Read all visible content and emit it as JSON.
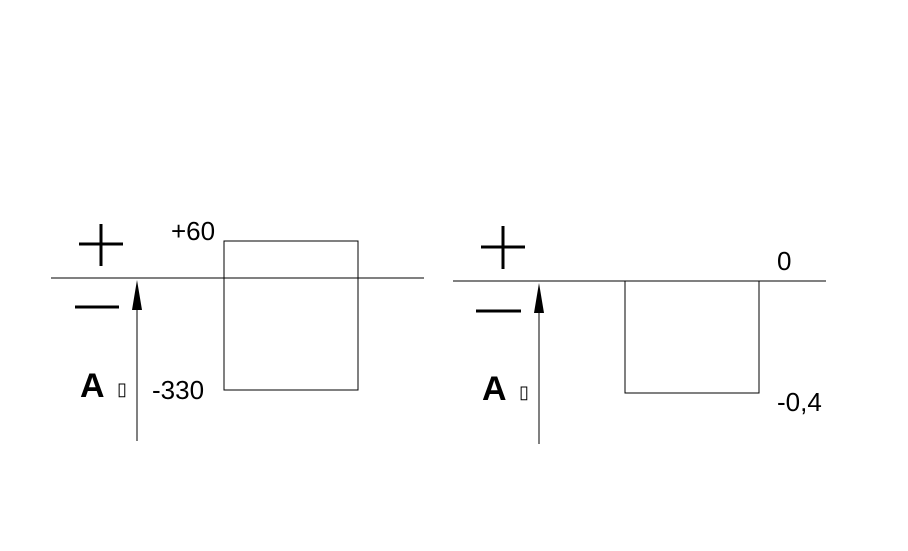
{
  "panels": [
    {
      "plus_sign": "plus-icon",
      "minus_sign": "minus-icon",
      "top_value_label": "+60",
      "bottom_value_label": "-330",
      "axis_letter": "A",
      "axis_sub": "▯"
    },
    {
      "plus_sign": "plus-icon",
      "minus_sign": "minus-icon",
      "top_value_label": "0",
      "bottom_value_label": "-0,4",
      "axis_letter": "A",
      "axis_sub": "▯"
    }
  ],
  "colors": {
    "stroke": "#000000",
    "background": "#ffffff"
  }
}
